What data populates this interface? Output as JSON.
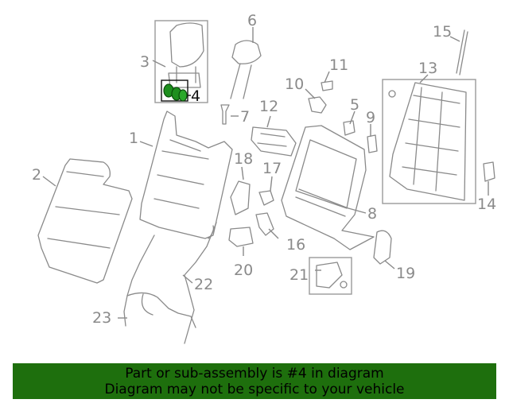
{
  "callouts": {
    "c1": "1",
    "c2": "2",
    "c3": "3",
    "c4": "4",
    "c5": "5",
    "c6": "6",
    "c7": "7",
    "c8": "8",
    "c9": "9",
    "c10": "10",
    "c11": "11",
    "c12": "12",
    "c13": "13",
    "c14": "14",
    "c15": "15",
    "c16": "16",
    "c17": "17",
    "c18": "18",
    "c19": "19",
    "c20": "20",
    "c21": "21",
    "c22": "22",
    "c23": "23"
  },
  "highlighted_part": "4",
  "colors": {
    "line": "#8a8a8a",
    "highlight_part": "#1e8f1e",
    "banner_bg": "#1e6f0d",
    "banner_text": "#000000"
  },
  "banner": {
    "line1": "Part or sub-assembly is #4 in diagram",
    "line2": "Diagram may not be specific to your vehicle"
  }
}
